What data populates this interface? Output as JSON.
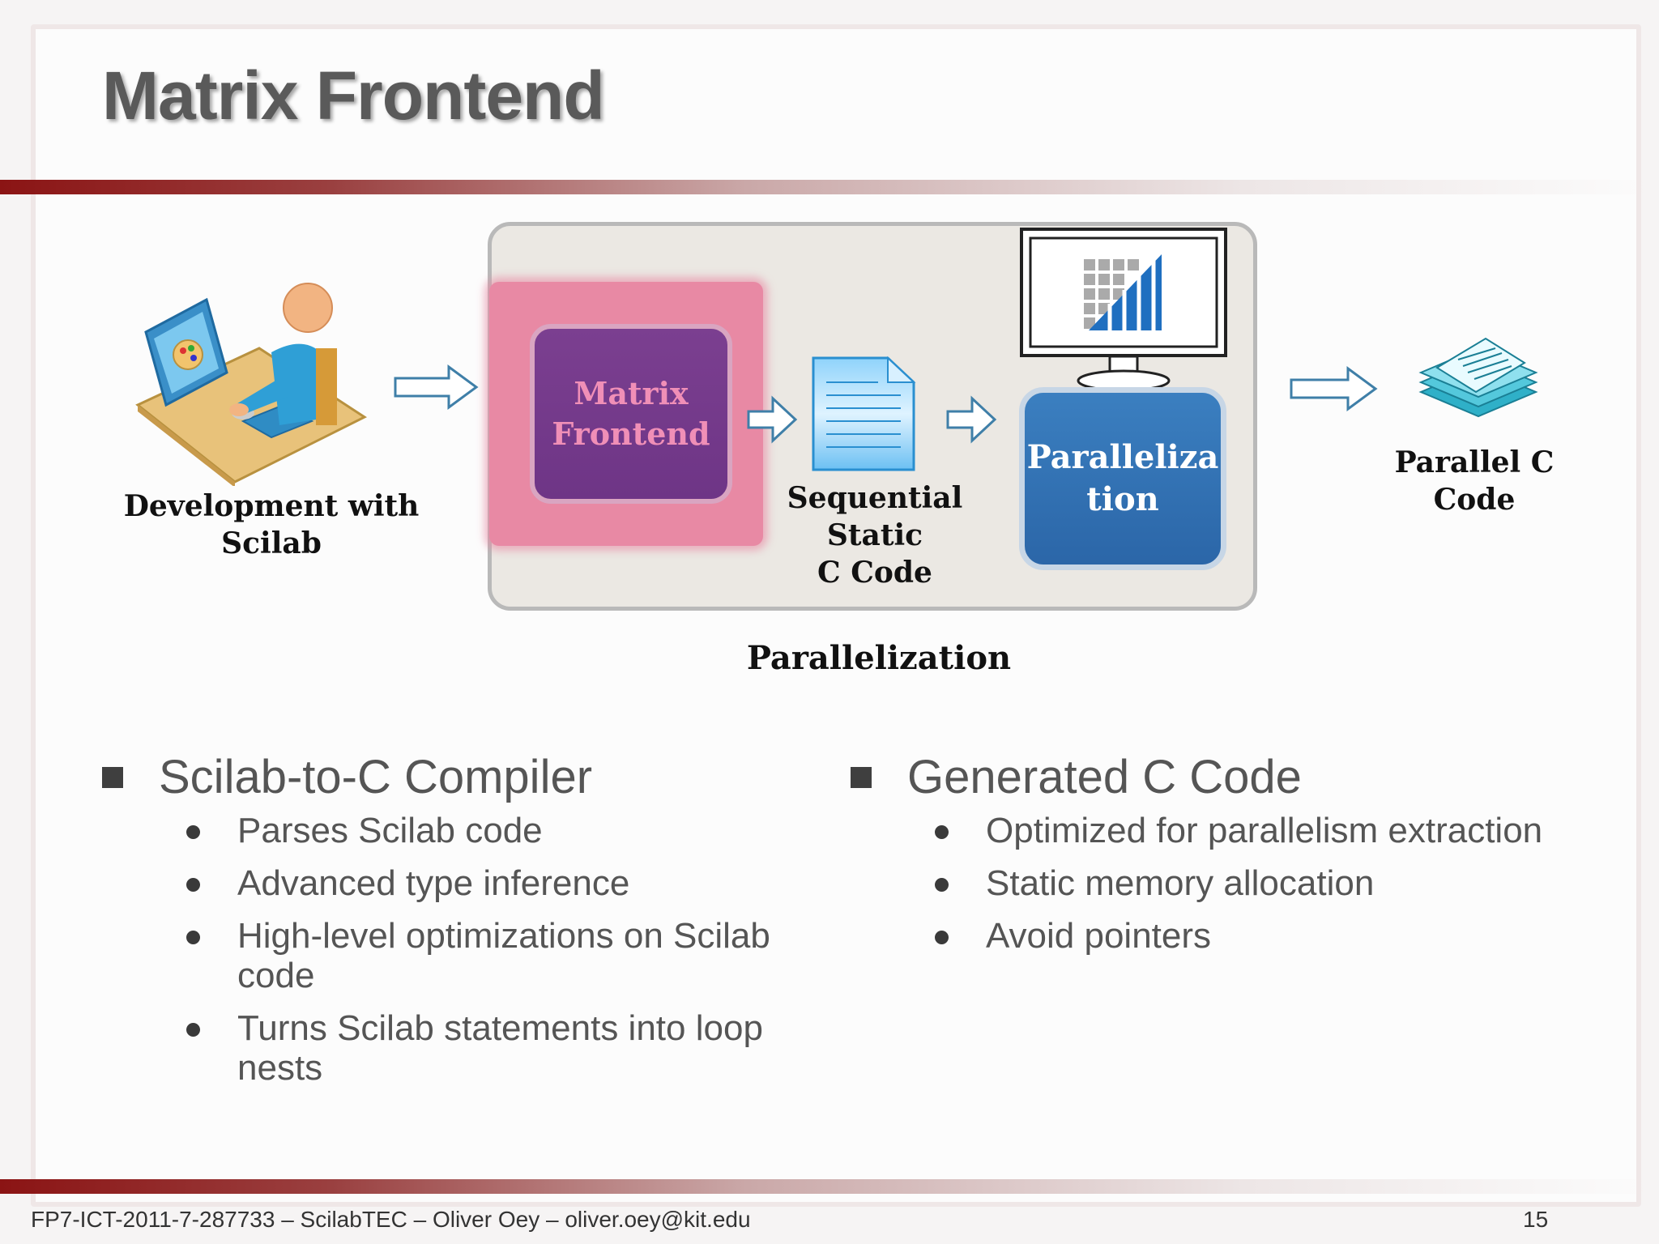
{
  "slide": {
    "title": "Matrix Frontend",
    "footer_left": "FP7-ICT-2011-7-287733 – ScilabTEC – Oliver Oey – oliver.oey@kit.edu",
    "page_number": "15"
  },
  "diagram": {
    "dev_label": "Development with\nScilab",
    "frontend_label": "Matrix\nFrontend",
    "seq_label": "Sequential\nStatic\nC Code",
    "par_label": "Paralleliza\ntion",
    "output_label": "Parallel C\nCode",
    "group_label": "Parallelization",
    "icons": [
      "developer-at-computer-icon",
      "document-icon",
      "monitor-chart-icon",
      "stacked-documents-icon"
    ],
    "colors": {
      "frontend_box": "#7b3f90",
      "highlight": "#e889a4",
      "parallelization_box": "#3b7fc0",
      "group_box": "#ebe8e3"
    }
  },
  "left_column": {
    "heading": "Scilab-to-C Compiler",
    "items": [
      "Parses Scilab code",
      "Advanced type inference",
      "High-level optimizations on Scilab code",
      "Turns Scilab statements into loop nests"
    ]
  },
  "right_column": {
    "heading": "Generated C Code",
    "items": [
      "Optimized for parallelism extraction",
      "Static memory allocation",
      "Avoid pointers"
    ]
  }
}
